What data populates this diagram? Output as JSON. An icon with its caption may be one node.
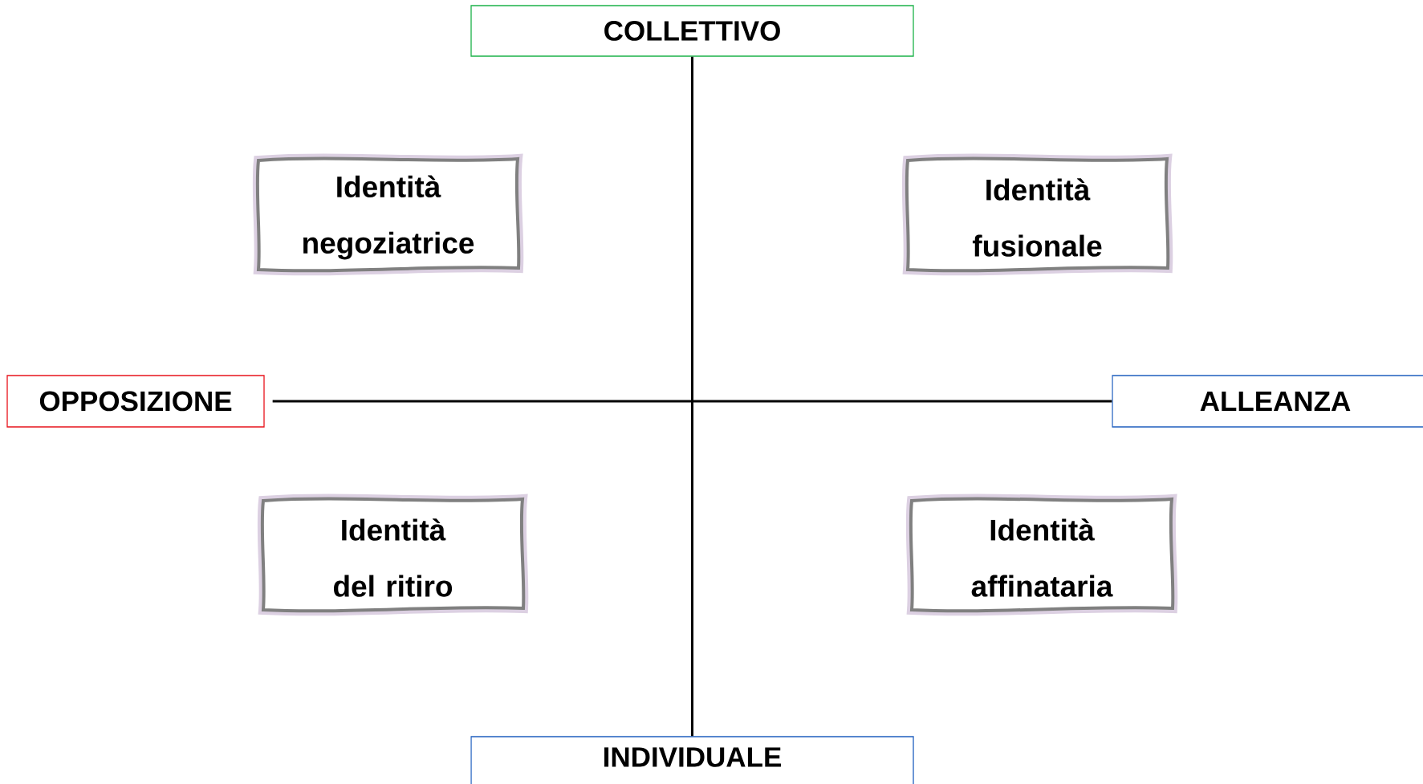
{
  "diagram": {
    "nodes": [
      {
        "text": [
          "COLLETTIVO"
        ]
      },
      {
        "text": [
          "Identità negoziatrice"
        ]
      },
      {
        "text": [
          "Identità fusionale"
        ]
      },
      {
        "text": [
          "OPPOSIZIONE"
        ]
      },
      {
        "text": [
          "ALLEANZA"
        ]
      },
      {
        "text": [
          "Identità del ritiro"
        ]
      },
      {
        "text": [
          "Identità affinataria"
        ]
      },
      {
        "text": [
          "INDIVIDUALE"
        ]
      }
    ],
    "edges": [
      {
        "from": 0,
        "to": 7,
        "arrow": "none"
      },
      {
        "from": 3,
        "to": 4,
        "arrow": "none"
      }
    ]
  }
}
